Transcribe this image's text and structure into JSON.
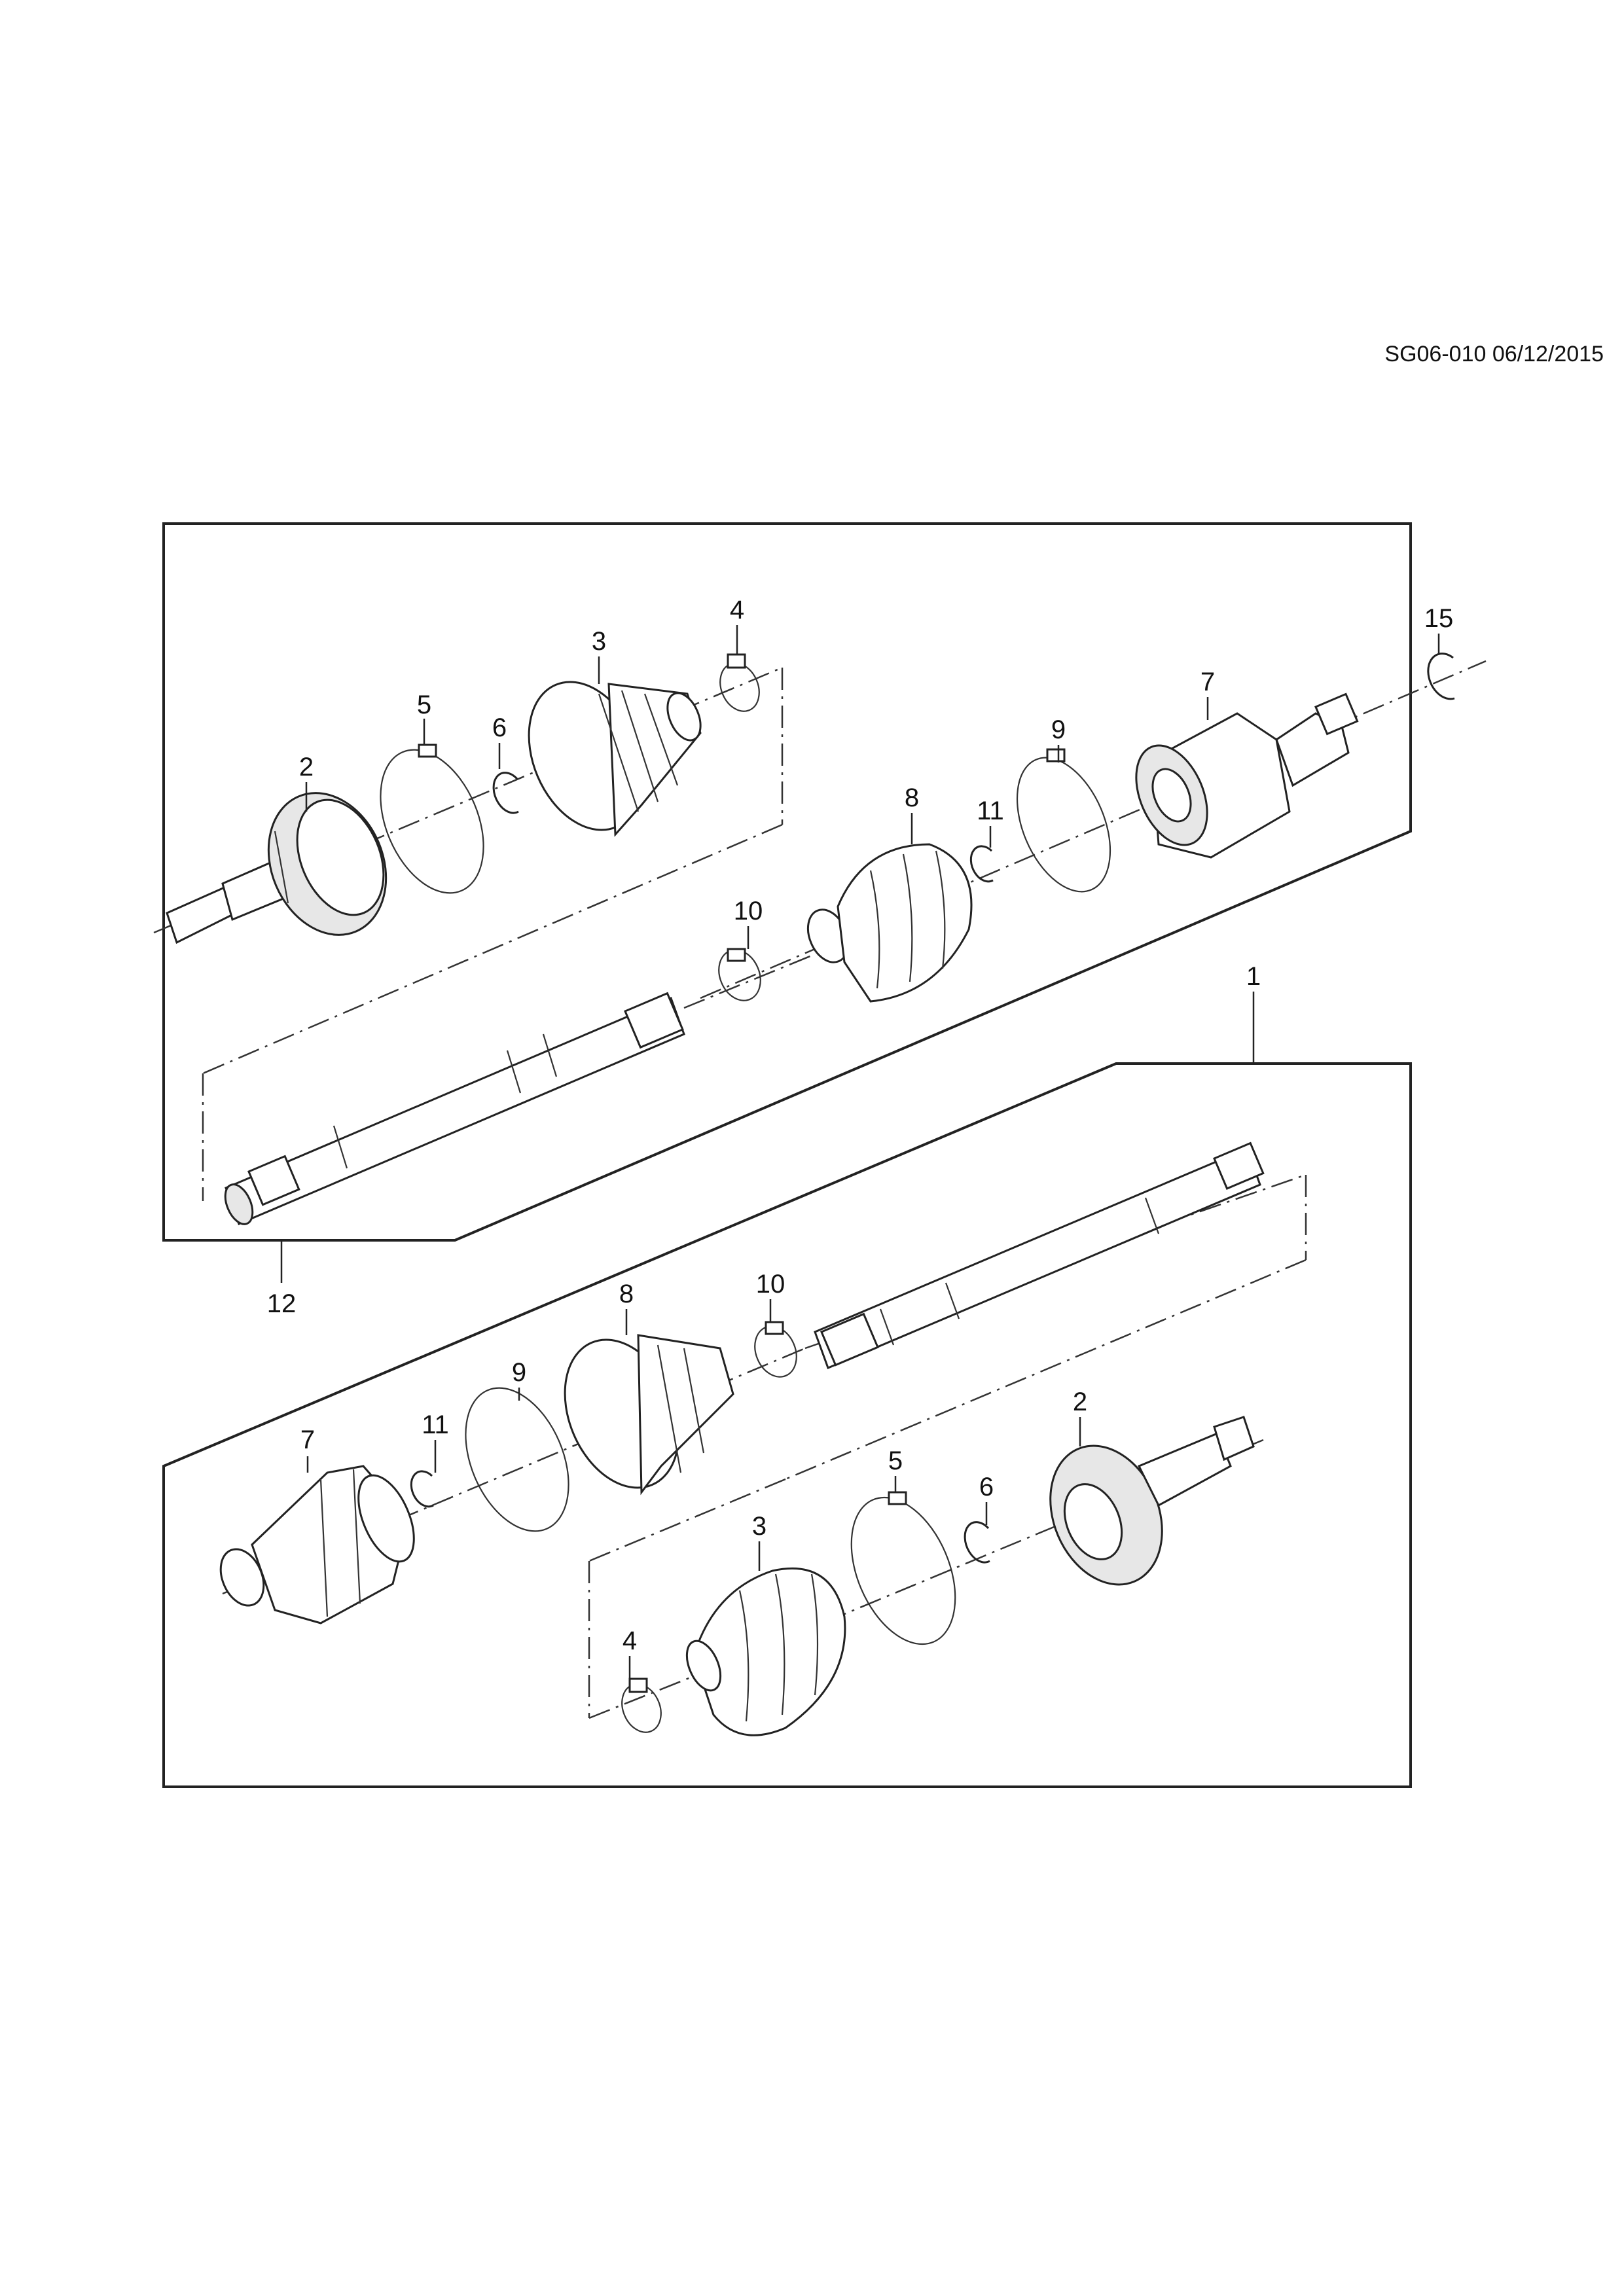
{
  "document": {
    "code": "SG06-010 06/12/2015"
  },
  "assemblies": [
    {
      "id": "upper",
      "label": "12",
      "callouts": [
        "2",
        "5",
        "6",
        "3",
        "4",
        "10",
        "8",
        "11",
        "9",
        "7",
        "15"
      ]
    },
    {
      "id": "lower",
      "label": "1",
      "callouts": [
        "7",
        "11",
        "9",
        "8",
        "10",
        "2",
        "6",
        "5",
        "3",
        "4"
      ]
    }
  ]
}
